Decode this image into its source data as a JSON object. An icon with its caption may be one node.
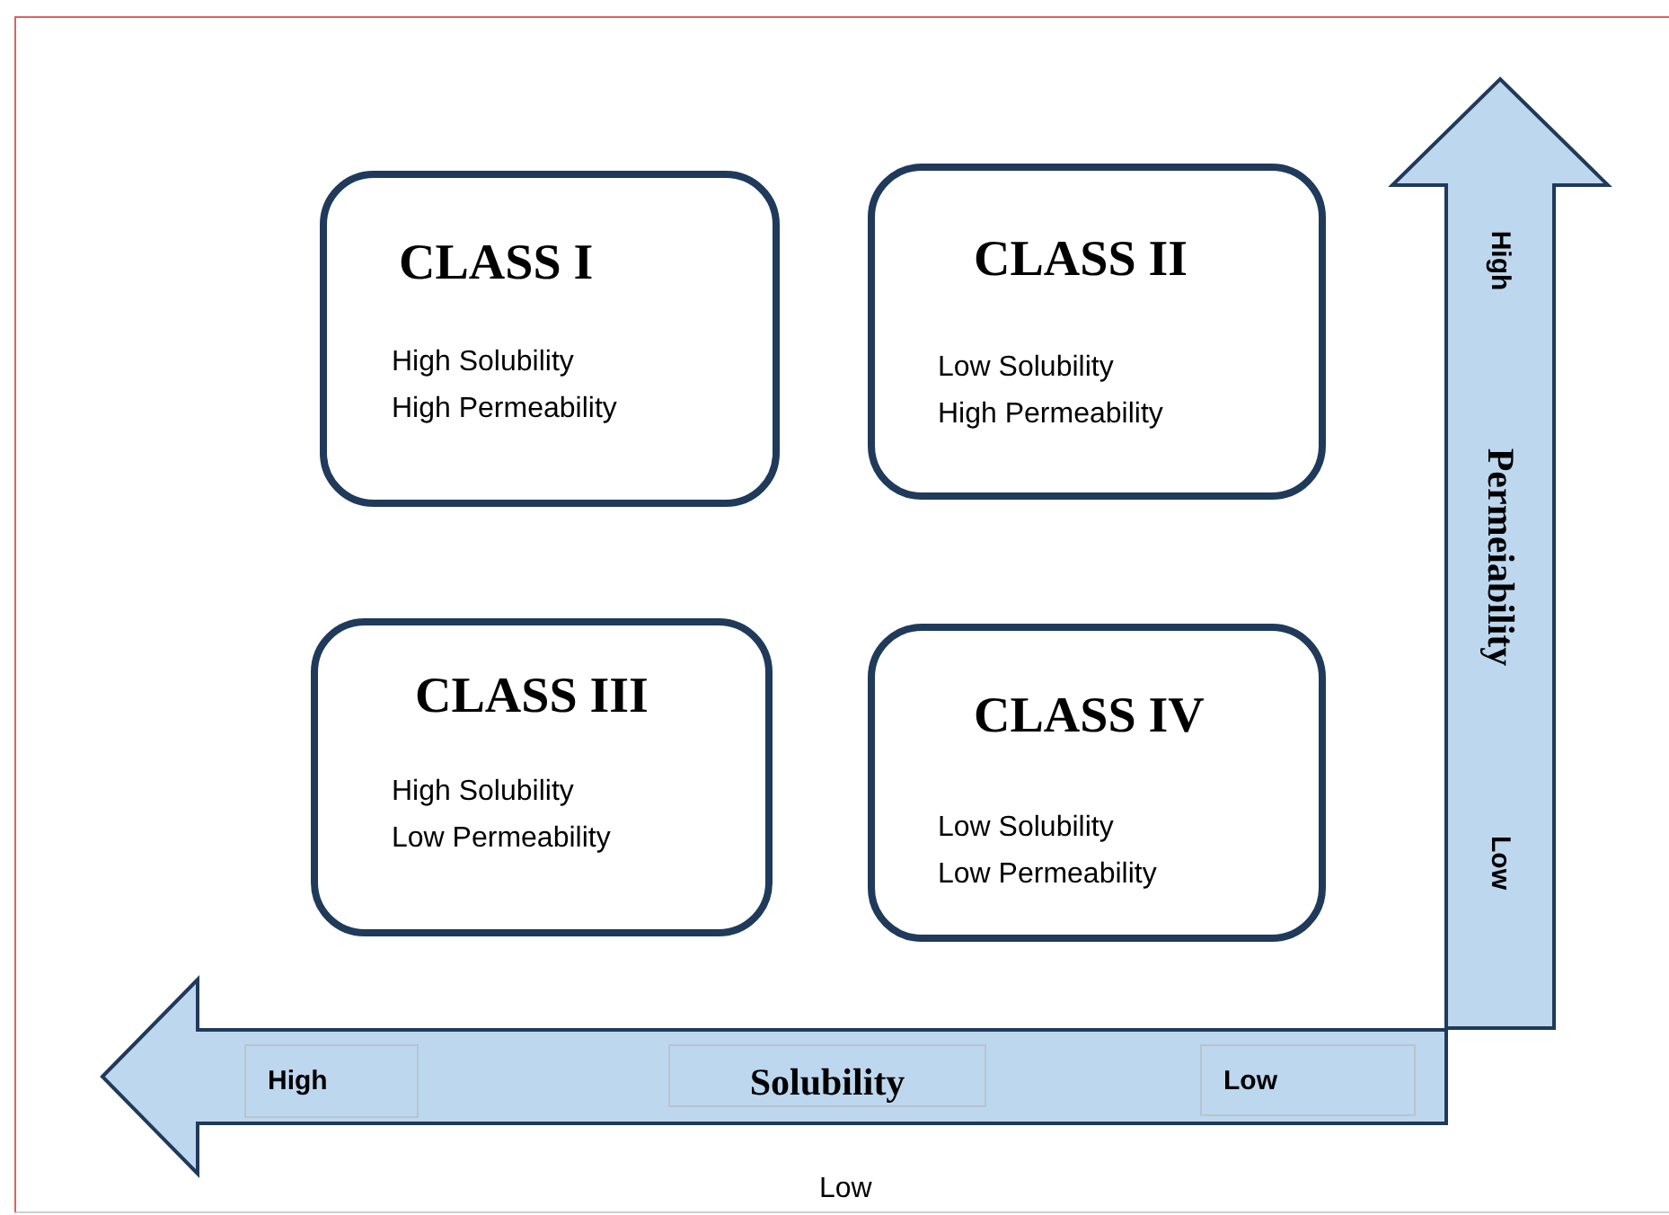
{
  "diagram": {
    "nodes": [
      {
        "text": [
          "CLASS I",
          "High Solubility",
          "High Permeability"
        ]
      },
      {
        "text": [
          "CLASS II",
          "Low Solubility",
          "High Permeability"
        ]
      },
      {
        "text": [
          "CLASS III",
          "High Solubility",
          "Low Permeability"
        ]
      },
      {
        "text": [
          "CLASS IV",
          "Low Solubility",
          "Low Permeability"
        ]
      },
      {
        "text": [
          "High",
          "Permeiability",
          "Low"
        ]
      },
      {
        "text": [
          "High",
          "Solubility",
          "Low"
        ]
      }
    ],
    "labels": [
      "Low"
    ]
  }
}
